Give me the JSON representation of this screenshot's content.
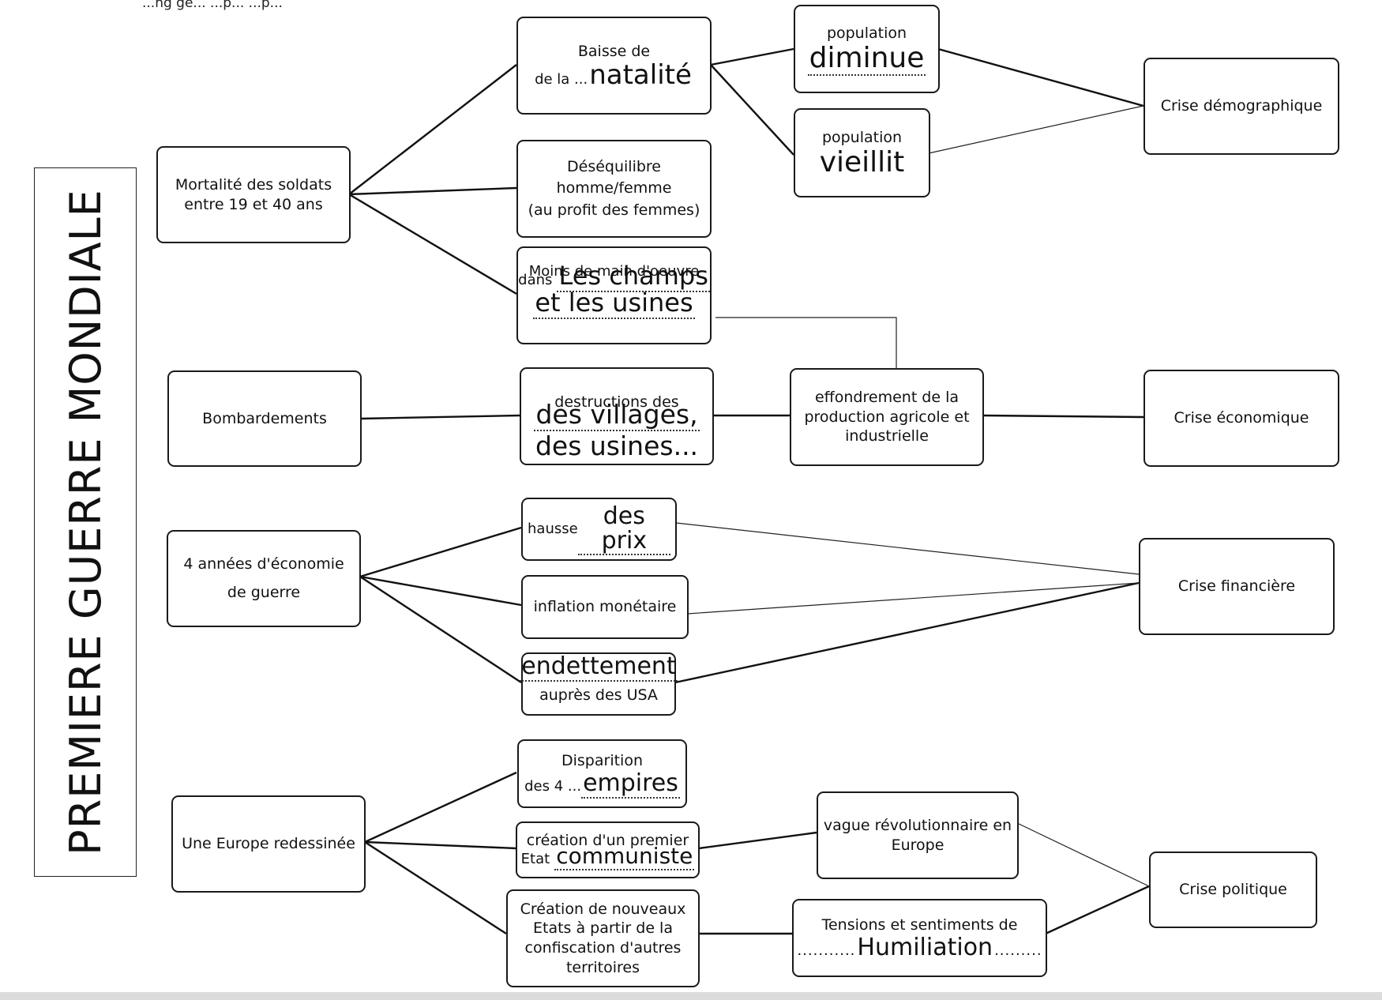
{
  "cutoff_text": "...ng  ge...  ...p...  ...p...",
  "title": "PREMIERE GUERRE MONDIALE",
  "causes": {
    "mortalite": [
      "Mortalité des soldats",
      "entre 19 et 40 ans"
    ],
    "bombardements": "Bombardements",
    "economie_guerre": [
      "4 années d'économie",
      "de guerre"
    ],
    "europe": "Une Europe redessinée"
  },
  "effects": {
    "natalite": {
      "line1": "Baisse de",
      "prefix": "de la ...",
      "answer": "natalité"
    },
    "desequilibre": [
      "Déséquilibre",
      "homme/femme",
      "(au profit des femmes)"
    ],
    "main_oeuvre": {
      "line1": "Moins de main d'oeuvre",
      "prefix": "dans",
      "answer1": "Les champs",
      "answer2": "et les usines"
    },
    "pop_diminue": {
      "label": "population",
      "answer": "diminue"
    },
    "pop_vieillit": {
      "label": "population",
      "answer": "vieillit"
    },
    "destructions": {
      "line1": "destructions des",
      "answer1": "des villages,",
      "answer2": "des usines..."
    },
    "effondrement": [
      "effondrement de la",
      "production agricole et",
      "industrielle"
    ],
    "hausse": {
      "prefix": "hausse",
      "answer": "des prix"
    },
    "inflation": "inflation monétaire",
    "endettement": {
      "answer": "endettement",
      "line2": "auprès des USA"
    },
    "empires": {
      "line1": "Disparition",
      "prefix": "des 4 ...",
      "answer": "empires"
    },
    "communiste": {
      "line1": "création d'un premier",
      "prefix": "Etat",
      "answer": "communiste"
    },
    "nouveaux_etats": [
      "Création de nouveaux",
      "Etats à partir de la",
      "confiscation d'autres",
      "territoires"
    ],
    "vague": [
      "vague révolutionnaire en",
      "Europe"
    ],
    "tensions": {
      "line1": "Tensions et sentiments de",
      "prefix": "...........",
      "answer": "Humiliation",
      "suffix": "........."
    }
  },
  "crises": {
    "demographique": "Crise démographique",
    "economique": "Crise économique",
    "financiere": "Crise financière",
    "politique": "Crise politique"
  }
}
